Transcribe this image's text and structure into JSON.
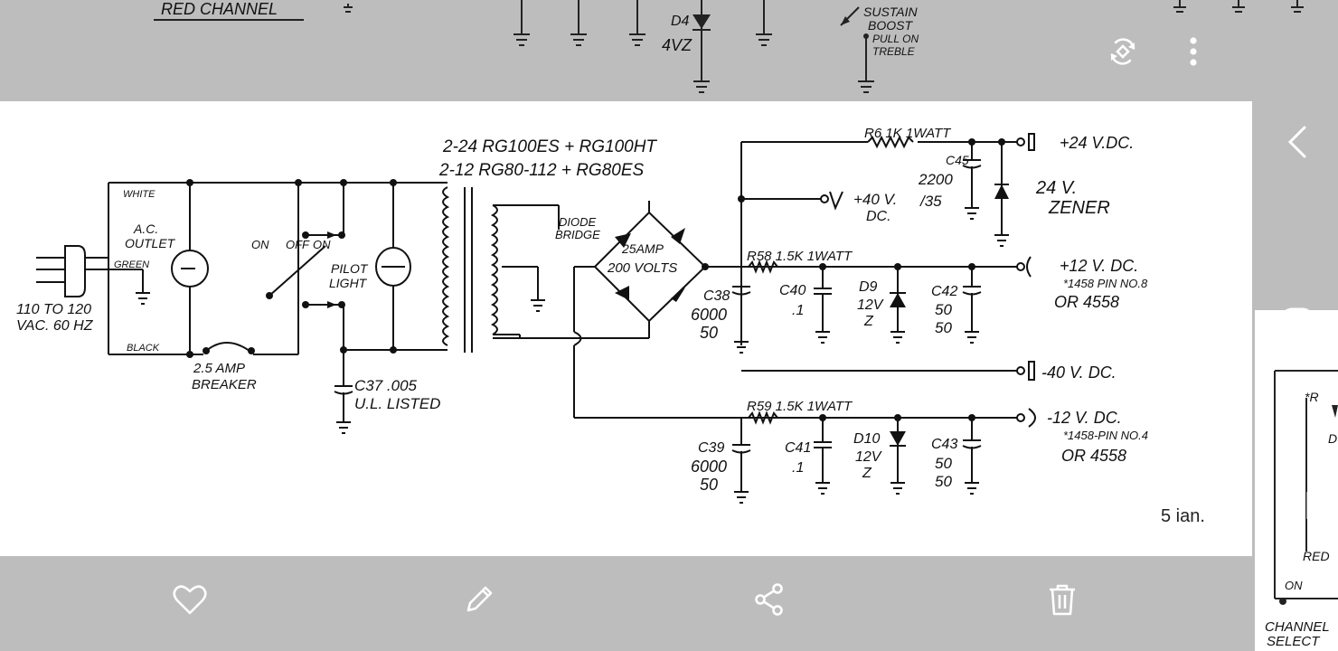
{
  "top_strip": {
    "labels": {
      "red_channel": "RED CHANNEL",
      "d4": "D4",
      "d4_value": "4VZ",
      "sustain": "SUSTAIN",
      "boost": "BOOST",
      "pull_on": "PULL ON",
      "treble": "TREBLE"
    }
  },
  "schematic": {
    "header_line1": "2-24 RG100ES + RG100HT",
    "header_line2": "2-12 RG80-112 + RG80ES",
    "white": "WHITE",
    "green": "GREEN",
    "black": "BLACK",
    "ac_outlet_1": "A.C.",
    "ac_outlet_2": "OUTLET",
    "input_1": "110 TO 120",
    "input_2": "VAC. 60 HZ",
    "breaker_1": "2.5 AMP",
    "breaker_2": "BREAKER",
    "switch_on_left": "ON",
    "switch_off": "OFF",
    "switch_on_right": "ON",
    "pilot_1": "PILOT",
    "pilot_2": "LIGHT",
    "c37_1": "C37 .005",
    "c37_2": "U.L. LISTED",
    "diode_1": "DIODE",
    "diode_2": "BRIDGE",
    "amp_rating": "25AMP",
    "volt_rating": "200 VOLTS",
    "r6": "R6 1K 1WATT",
    "c45": "C45",
    "c45_v1": "2200",
    "c45_v2": "/35",
    "plus40_1": "+40 V.",
    "plus40_2": "DC.",
    "plus24": "+24 V.DC.",
    "zener_1": "24 V.",
    "zener_2": "ZENER",
    "r58": "R58 1.5K 1WATT",
    "c38": "C38",
    "c38_v1": "6000",
    "c38_v2": "50",
    "c40": "C40",
    "c40_v": ".1",
    "d9": "D9",
    "d9_v": "12V",
    "d9_z": "Z",
    "c42": "C42",
    "c42_v1": "50",
    "c42_v2": "50",
    "plus12": "+12 V. DC.",
    "note_1458_8": "*1458 PIN NO.8",
    "or_4558_a": "OR 4558",
    "minus40": "-40 V. DC.",
    "r59": "R59 1.5K 1WATT",
    "c39": "C39",
    "c39_v1": "6000",
    "c39_v2": "50",
    "c41": "C41",
    "c41_v": ".1",
    "d10": "D10",
    "d10_v": "12V",
    "d10_z": "Z",
    "c43": "C43",
    "c43_v1": "50",
    "c43_v2": "50",
    "minus12": "-12 V. DC.",
    "note_1458_4": "*1458-PIN NO.4",
    "or_4558_b": "OR 4558"
  },
  "right_strip": {
    "label_red": "RED",
    "label_on": "ON",
    "label_channel": "CHANNEL",
    "label_select": "SELECT",
    "label_r": "*R",
    "label_d": "D"
  },
  "image_date": "5 ian.",
  "icons": {
    "rotate": "rotate-icon",
    "more": "more-vert-icon",
    "favorite": "heart-icon",
    "edit": "pencil-icon",
    "share": "share-icon",
    "delete": "trash-icon",
    "back": "chevron-left-icon",
    "home": "home-icon",
    "recents": "recents-icon"
  }
}
